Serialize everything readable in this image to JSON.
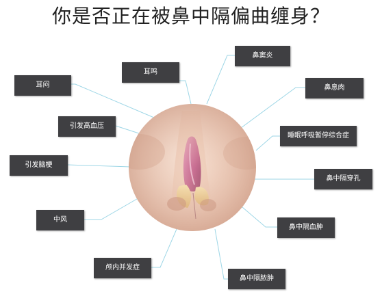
{
  "title": "你是否正在被鼻中隔偏曲缠身？",
  "center_image": "nose-septum-illustration",
  "labels": {
    "ear_ring": "耳鸣",
    "ear_stuffy": "耳闷",
    "hypertension": "引发高血压",
    "cerebral_infarction": "引发脑梗",
    "stroke": "中风",
    "intracranial": "颅内并发症",
    "sinusitis": "鼻窦炎",
    "polyp": "鼻息肉",
    "sleep_apnea": "睡眠呼吸暂停综合症",
    "perforation": "鼻中隔穿孔",
    "hematoma": "鼻中隔血肿",
    "abscess": "鼻中隔脓肿"
  },
  "colors": {
    "label_bg": "#3f3f42",
    "leader_line": "#9dd6e6"
  }
}
